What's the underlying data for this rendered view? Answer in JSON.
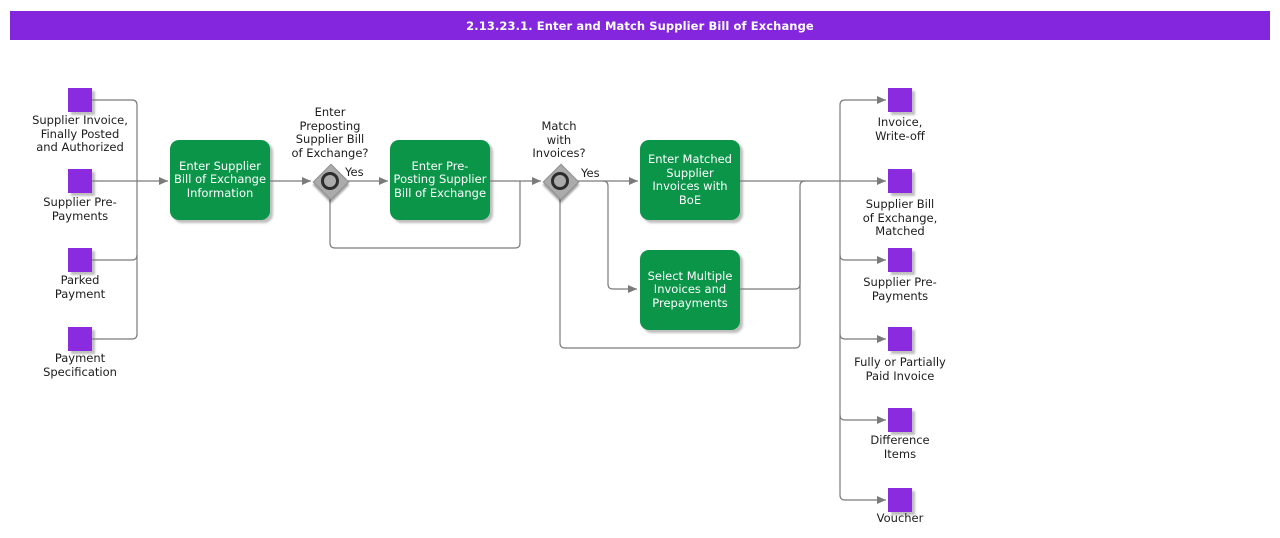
{
  "banner": {
    "title": "2.13.23.1. Enter and Match Supplier Bill of Exchange"
  },
  "colors": {
    "banner": "#8526DF",
    "activity": "#0A9549",
    "artifact": "#8A2BDF",
    "connector": "#7B7B7B",
    "text": "#1C1C1C",
    "activity_text": "#FFFFFF"
  },
  "inputs": [
    {
      "icon": "artifact-square",
      "label": "Supplier Invoice,\nFinally Posted\nand Authorized"
    },
    {
      "icon": "artifact-square",
      "label": "Supplier Pre-\nPayments"
    },
    {
      "icon": "artifact-square",
      "label": "Parked\nPayment"
    },
    {
      "icon": "artifact-square",
      "label": "Payment\nSpecification"
    }
  ],
  "activities": [
    {
      "label": "Enter Supplier\nBill of Exchange\nInformation"
    },
    {
      "label": "Enter Pre-\nPosting Supplier\nBill of Exchange"
    },
    {
      "label": "Enter Matched\nSupplier\nInvoices with\nBoE"
    },
    {
      "label": "Select Multiple\nInvoices and\nPrepayments"
    }
  ],
  "decisions": [
    {
      "question": "Enter\nPreposting\nSupplier Bill\nof Exchange?",
      "yes_label": "Yes"
    },
    {
      "question": "Match\nwith\nInvoices?",
      "yes_label": "Yes"
    }
  ],
  "outputs": [
    {
      "icon": "artifact-square",
      "label": "Invoice,\nWrite-off"
    },
    {
      "icon": "artifact-square",
      "label": "Supplier Bill\nof Exchange,\nMatched"
    },
    {
      "icon": "artifact-square",
      "label": "Supplier Pre-\nPayments"
    },
    {
      "icon": "artifact-square",
      "label": "Fully or Partially\nPaid Invoice"
    },
    {
      "icon": "artifact-square",
      "label": "Difference\nItems"
    },
    {
      "icon": "artifact-square",
      "label": "Voucher"
    }
  ]
}
